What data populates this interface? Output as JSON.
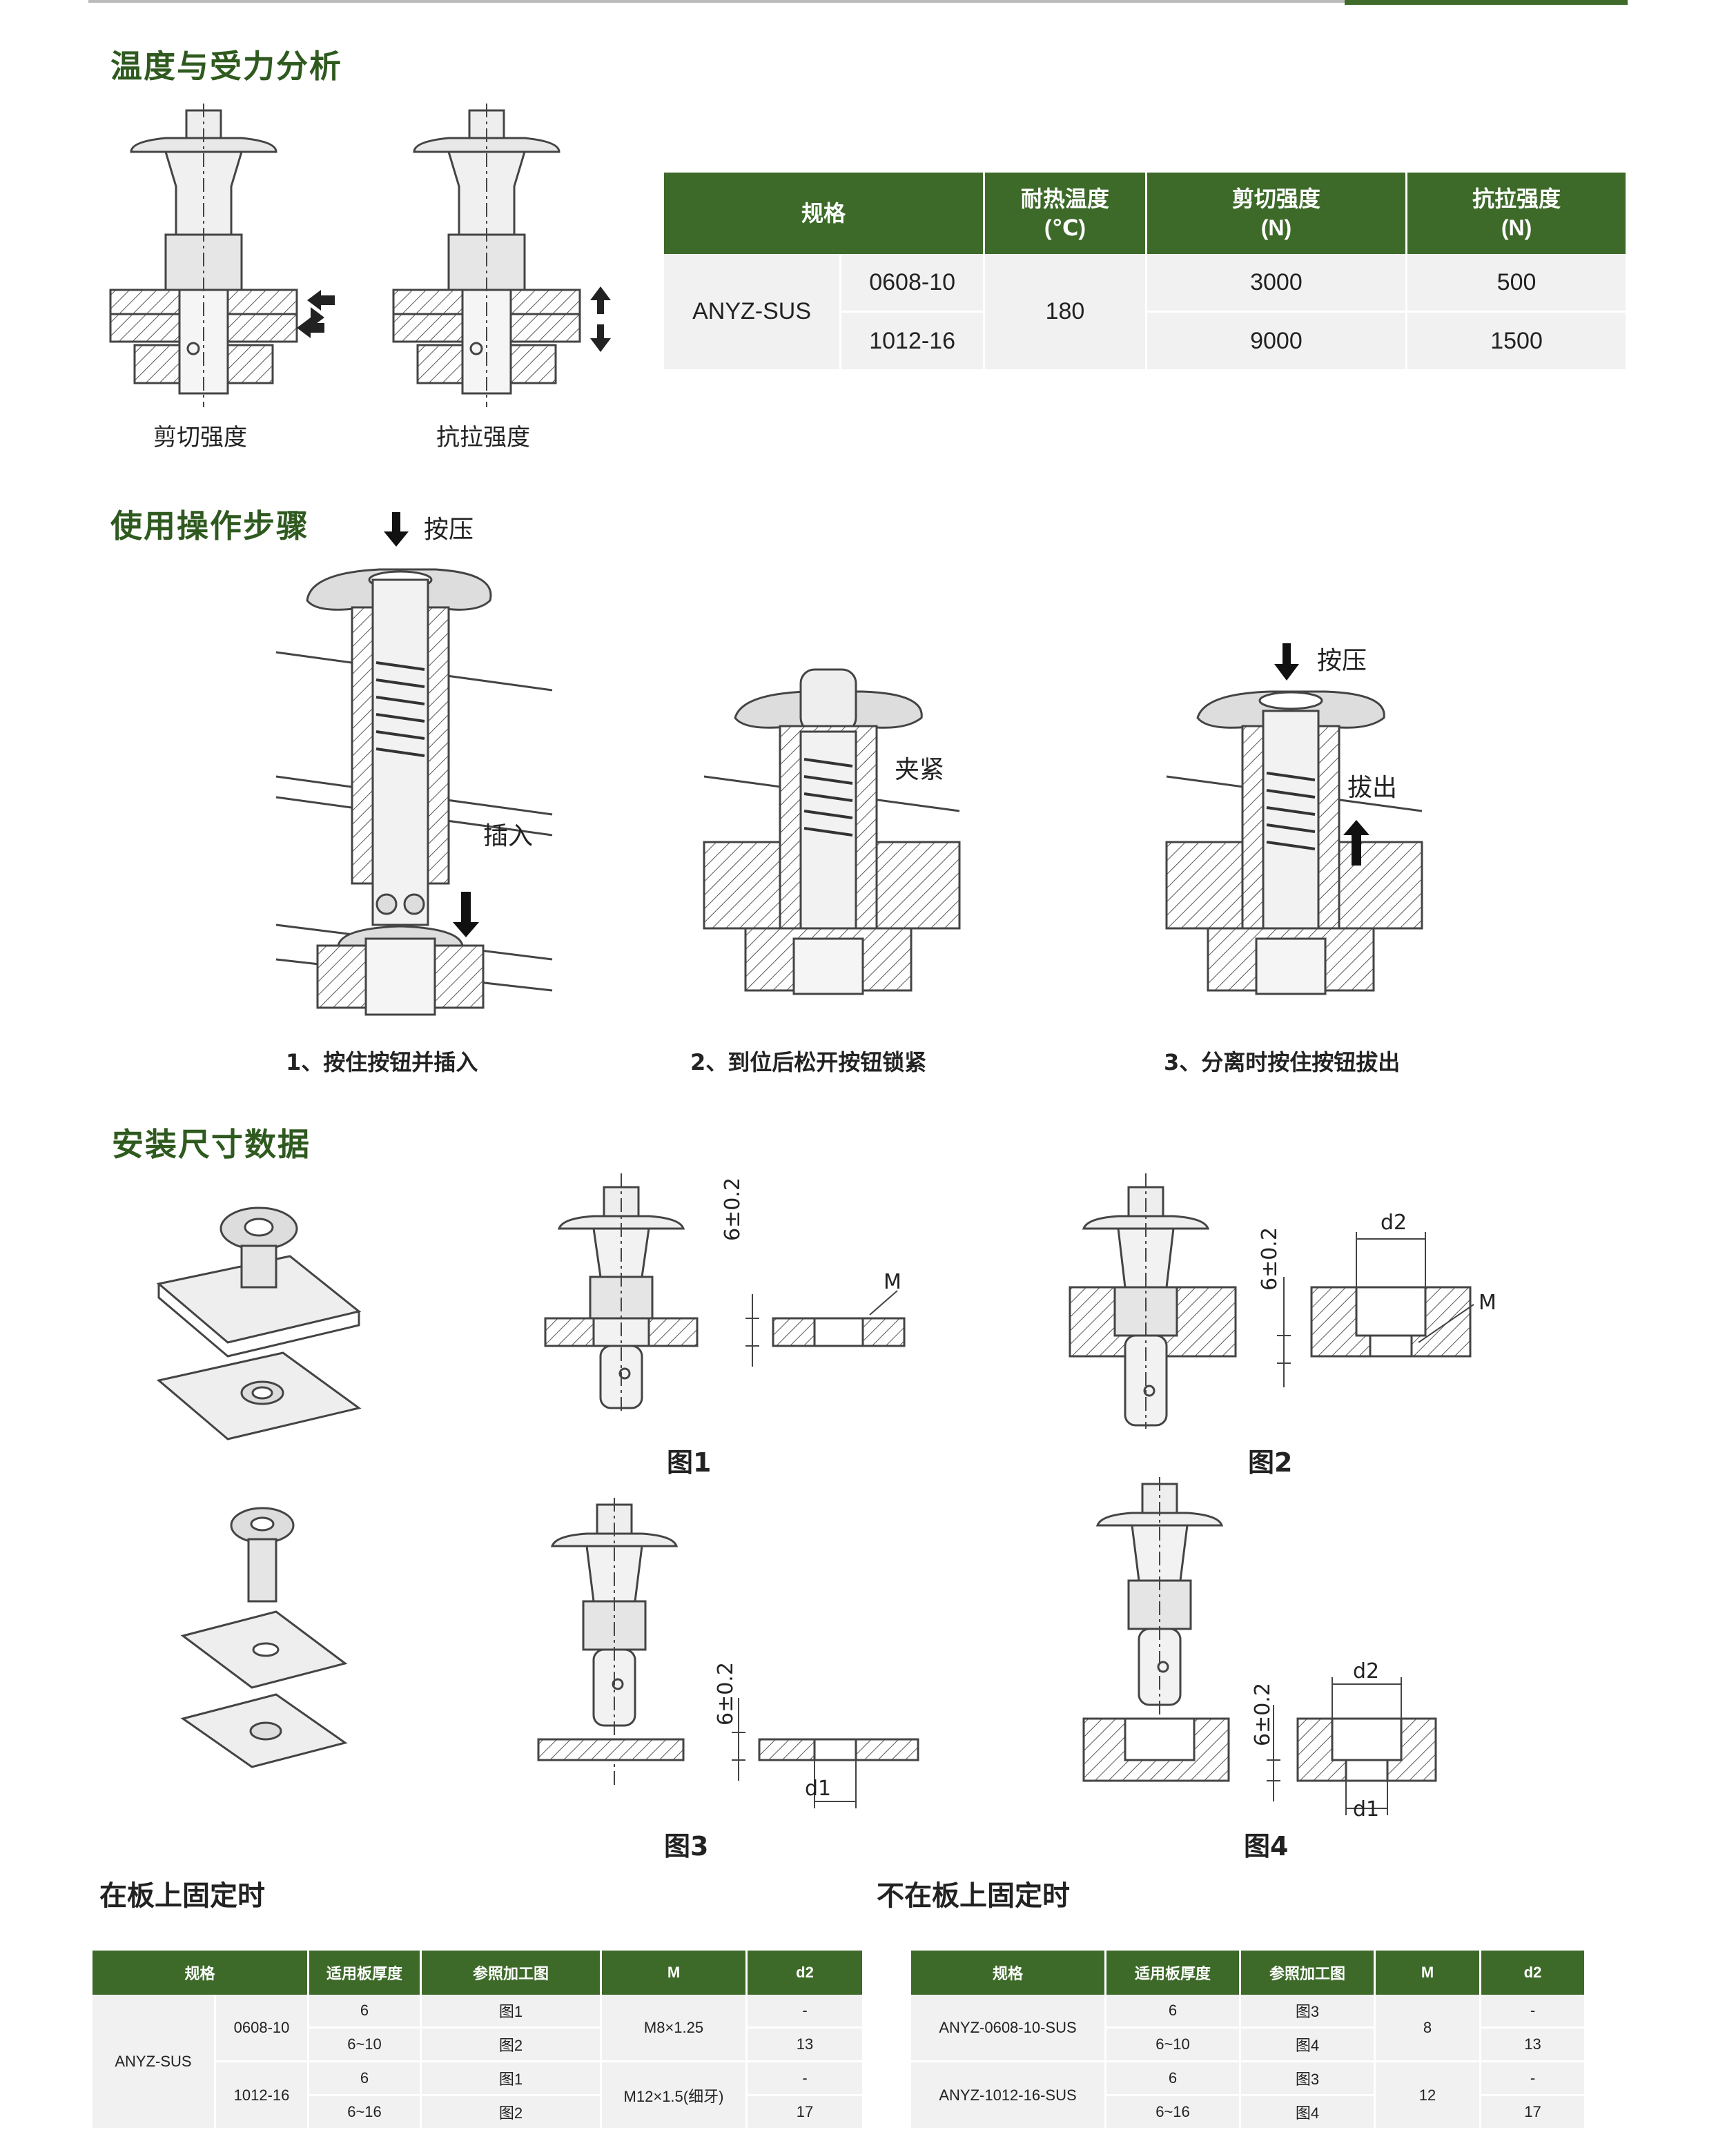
{
  "sections": {
    "temp_force": "温度与受力分析",
    "operation": "使用操作步骤",
    "install": "安装尺寸数据"
  },
  "force_diagram": {
    "shear_label": "剪切强度",
    "tensile_label": "抗拉强度"
  },
  "spec_table": {
    "headers": [
      "规格",
      "耐热温度\n(℃)",
      "剪切强度\n(N)",
      "抗拉强度\n(N)"
    ],
    "model": "ANYZ-SUS",
    "temperature": "180",
    "rows": [
      {
        "size": "0608-10",
        "shear": "3000",
        "tensile": "500"
      },
      {
        "size": "1012-16",
        "shear": "9000",
        "tensile": "1500"
      }
    ]
  },
  "operation_steps": {
    "press": "按压",
    "insert": "插入",
    "clamp": "夹紧",
    "press2": "按压",
    "pull": "拔出",
    "step1": "1、按住按钮并插入",
    "step2": "2、到位后松开按钮锁紧",
    "step3": "3、分离时按住按钮拔出"
  },
  "install_figs": {
    "fig1": "图1",
    "fig2": "图2",
    "fig3": "图3",
    "fig4": "图4",
    "dim_h": "6±0.2",
    "m": "M",
    "d2": "d2",
    "d1": "d1"
  },
  "fixed_on_plate": {
    "title": "在板上固定时",
    "headers": [
      "规格",
      "适用板厚度",
      "参照加工图",
      "M",
      "d2"
    ],
    "model": "ANYZ-SUS",
    "groups": [
      {
        "size": "0608-10",
        "m": "M8×1.25",
        "rows": [
          {
            "thickness": "6",
            "fig": "图1",
            "d2": "-"
          },
          {
            "thickness": "6~10",
            "fig": "图2",
            "d2": "13"
          }
        ]
      },
      {
        "size": "1012-16",
        "m": "M12×1.5(细牙)",
        "rows": [
          {
            "thickness": "6",
            "fig": "图1",
            "d2": "-"
          },
          {
            "thickness": "6~16",
            "fig": "图2",
            "d2": "17"
          }
        ]
      }
    ]
  },
  "not_fixed_on_plate": {
    "title": "不在板上固定时",
    "headers": [
      "规格",
      "适用板厚度",
      "参照加工图",
      "M",
      "d2"
    ],
    "groups": [
      {
        "model": "ANYZ-0608-10-SUS",
        "m": "8",
        "rows": [
          {
            "thickness": "6",
            "fig": "图3",
            "d2": "-"
          },
          {
            "thickness": "6~10",
            "fig": "图4",
            "d2": "13"
          }
        ]
      },
      {
        "model": "ANYZ-1012-16-SUS",
        "m": "12",
        "rows": [
          {
            "thickness": "6",
            "fig": "图3",
            "d2": "-"
          },
          {
            "thickness": "6~16",
            "fig": "图4",
            "d2": "17"
          }
        ]
      }
    ]
  },
  "colors": {
    "brand_green": "#3d6a29",
    "title_green": "#2f5a1f"
  }
}
